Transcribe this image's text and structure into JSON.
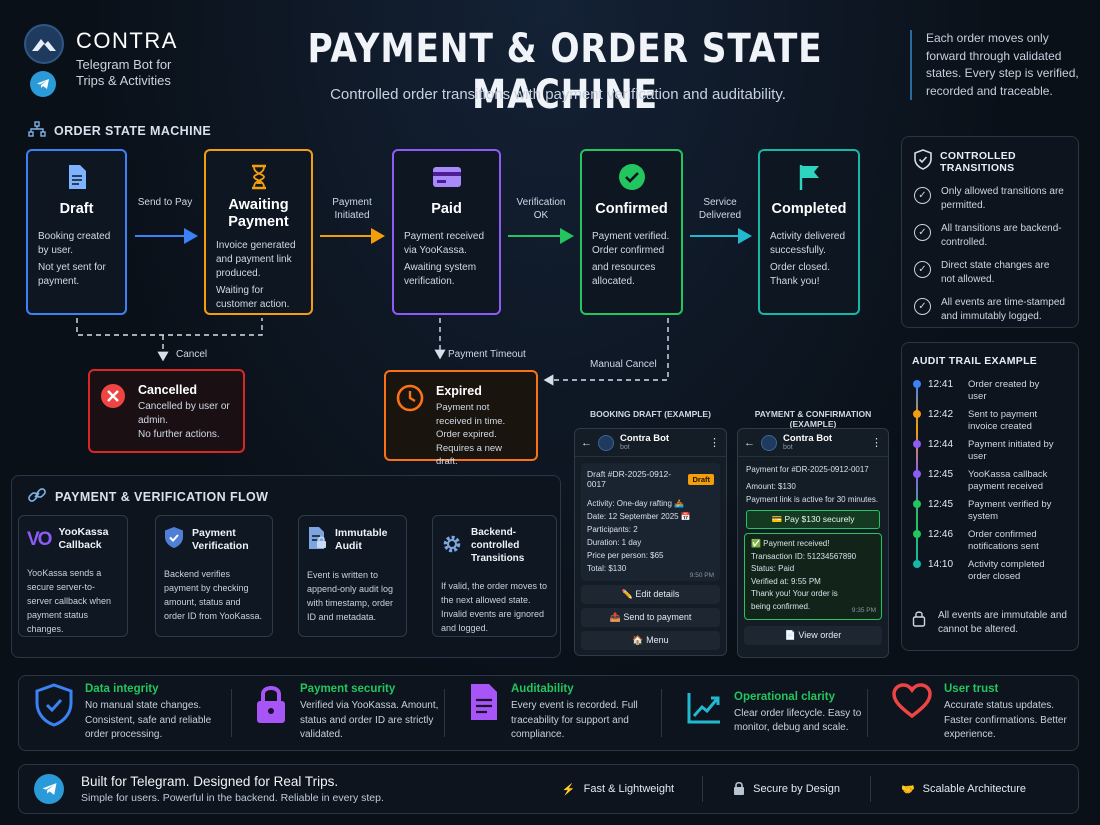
{
  "brand": {
    "name": "CONTRA",
    "subtitle": "Telegram Bot for Trips & Activities"
  },
  "header": {
    "title": "PAYMENT & ORDER STATE MACHINE",
    "subtitle": "Controlled order transitions with payment verification and auditability.",
    "note": "Each order moves only forward through validated states. Every step is verified, recorded and traceable."
  },
  "state_machine": {
    "heading": "ORDER STATE MACHINE",
    "states": [
      {
        "name": "Draft",
        "color": "#3b82f6",
        "lines": [
          "Booking created by user.",
          "Not yet sent for payment."
        ]
      },
      {
        "name": "Awaiting Payment",
        "color": "#f59e0b",
        "lines": [
          "Invoice generated and payment link produced.",
          "Waiting for customer action."
        ]
      },
      {
        "name": "Paid",
        "color": "#8b5cf6",
        "lines": [
          "Payment received via YooKassa.",
          "Awaiting system verification."
        ]
      },
      {
        "name": "Confirmed",
        "color": "#22c55e",
        "lines": [
          "Payment verified. Order confirmed",
          "and resources allocated."
        ]
      },
      {
        "name": "Completed",
        "color": "#14b8a6",
        "lines": [
          "Activity delivered successfully.",
          "Order closed. Thank you!"
        ]
      }
    ],
    "transitions": [
      "Send to Pay",
      "Payment Initiated",
      "Verification OK",
      "Service Delivered"
    ],
    "cancel_label": "Cancel",
    "timeout_label": "Payment Timeout",
    "manual_cancel_label": "Manual Cancel",
    "cancelled": {
      "name": "Cancelled",
      "color": "#ef4444",
      "lines": [
        "Cancelled by user or admin.",
        "No further actions."
      ]
    },
    "expired": {
      "name": "Expired",
      "color": "#f97316",
      "lines": [
        "Payment not received in time.",
        "Order expired. Requires a new draft."
      ]
    }
  },
  "controlled": {
    "title": "CONTROLLED TRANSITIONS",
    "items": [
      "Only allowed transitions are permitted.",
      "All transitions are backend-controlled.",
      "Direct state changes are not allowed.",
      "All events are time-stamped and immutably logged."
    ]
  },
  "audit": {
    "title": "AUDIT TRAIL EXAMPLE",
    "rows": [
      {
        "time": "12:41",
        "text": "Order created by user",
        "color": "#3b82f6"
      },
      {
        "time": "12:42",
        "text": "Sent to payment invoice created",
        "color": "#f59e0b"
      },
      {
        "time": "12:44",
        "text": "Payment initiated by user",
        "color": "#8b5cf6"
      },
      {
        "time": "12:45",
        "text": "YooKassa callback payment received",
        "color": "#8b5cf6"
      },
      {
        "time": "12:45",
        "text": "Payment verified by system",
        "color": "#22c55e"
      },
      {
        "time": "12:46",
        "text": "Order confirmed notifications sent",
        "color": "#22c55e"
      },
      {
        "time": "14:10",
        "text": "Activity completed order closed",
        "color": "#14b8a6"
      }
    ],
    "footer": "All events are immutable and cannot be altered."
  },
  "flow": {
    "heading": "PAYMENT & VERIFICATION FLOW",
    "cards": [
      {
        "title": "YooKassa Callback",
        "body": "YooKassa sends a secure server-to-server callback when payment status changes."
      },
      {
        "title": "Payment Verification",
        "body": "Backend verifies payment by checking amount, status and order ID from YooKassa."
      },
      {
        "title": "Immutable Audit",
        "body": "Event is written to append-only audit log with timestamp, order ID and metadata."
      },
      {
        "title": "Backend-controlled Transitions",
        "body": "If valid, the order moves to the next allowed state. Invalid events are ignored and logged."
      }
    ]
  },
  "booking_draft": {
    "label": "BOOKING DRAFT (EXAMPLE)",
    "bot_name": "Contra Bot",
    "bot_sub": "bot",
    "draft_id": "Draft #DR-2025-0912-0017",
    "badge": "Draft",
    "lines": [
      "Activity: One-day rafting 🚣",
      "Date: 12 September 2025 📅",
      "Participants: 2",
      "Duration: 1 day",
      "Price per person: $65",
      "Total: $130"
    ],
    "time": "9:50 PM",
    "buttons": [
      "✏️ Edit details",
      "📤 Send to payment",
      "🏠 Menu"
    ]
  },
  "payment_confirm": {
    "label": "PAYMENT & CONFIRMATION (EXAMPLE)",
    "bot_name": "Contra Bot",
    "bot_sub": "bot",
    "payfor": "Payment for #DR-2025-0912-0017",
    "amount": "Amount: $130",
    "active": "Payment link is active for 30 minutes.",
    "pay_button": "💳 Pay $130 securely",
    "received_title": "✅ Payment received!",
    "received_lines": [
      "Transaction ID: 51234567890",
      "Status: Paid",
      "Verified at: 9:55 PM",
      "Thank you! Your order is being confirmed."
    ],
    "time": "9:35 PM",
    "view_button": "📄 View order"
  },
  "benefits": [
    {
      "title": "Data integrity",
      "text": "No manual state changes. Consistent, safe and reliable order processing.",
      "color": "#22c55e"
    },
    {
      "title": "Payment security",
      "text": "Verified via YooKassa. Amount, status and order ID are strictly validated.",
      "color": "#22c55e"
    },
    {
      "title": "Auditability",
      "text": "Every event is recorded. Full traceability for support and compliance.",
      "color": "#22c55e"
    },
    {
      "title": "Operational clarity",
      "text": "Clear order lifecycle. Easy to monitor, debug and scale.",
      "color": "#22c55e"
    },
    {
      "title": "User trust",
      "text": "Accurate status updates. Faster confirmations. Better experience.",
      "color": "#22c55e"
    }
  ],
  "footer": {
    "title": "Built for Telegram. Designed for Real Trips.",
    "subtitle": "Simple for users. Powerful in the backend. Reliable in every step.",
    "features": [
      "Fast & Lightweight",
      "Secure by Design",
      "Scalable Architecture"
    ]
  }
}
